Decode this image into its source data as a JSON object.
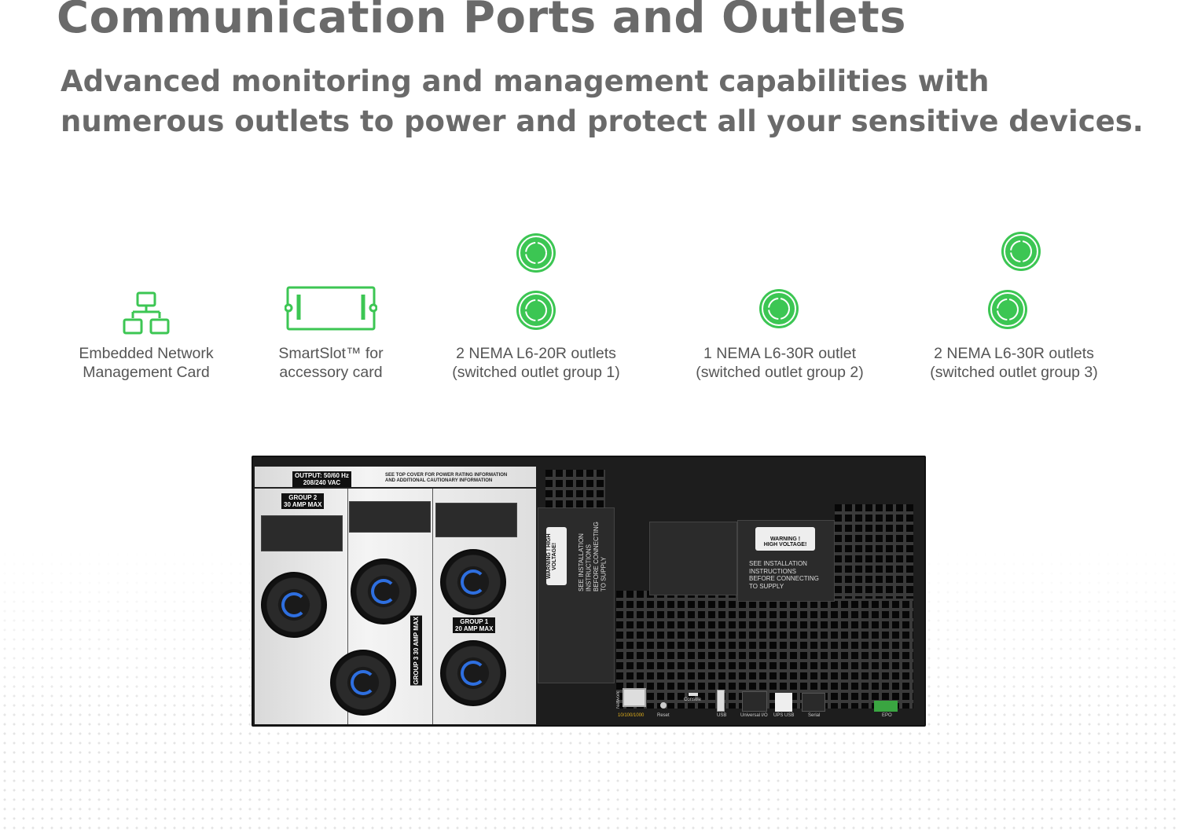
{
  "header": {
    "title": "Communication Ports and Outlets",
    "subtitle": "Advanced monitoring and management capabilities with numerous outlets to power and protect all your sensitive devices."
  },
  "accent_color": "#3cc653",
  "features": [
    {
      "icon": "network-icon",
      "line1": "Embedded Network",
      "line2": "Management Card"
    },
    {
      "icon": "smartslot-card-icon",
      "line1": "SmartSlot™ for",
      "line2": "accessory card"
    },
    {
      "icon": "outlet-icon",
      "count": 2,
      "line1": "2 NEMA L6-20R outlets",
      "line2": "(switched outlet group 1)"
    },
    {
      "icon": "outlet-icon",
      "count": 1,
      "line1": "1 NEMA L6-30R outlet",
      "line2": "(switched outlet group 2)"
    },
    {
      "icon": "outlet-icon",
      "count": 2,
      "line1": "2 NEMA L6-30R outlets",
      "line2": "(switched outlet group 3)"
    }
  ],
  "device": {
    "output_label": [
      "OUTPUT: 50/60 Hz",
      "208/240 VAC"
    ],
    "cover_note": [
      "SEE TOP COVER FOR POWER RATING INFORMATION",
      "AND ADDITIONAL CAUTIONARY INFORMATION"
    ],
    "group2": [
      "GROUP 2",
      "30 AMP MAX"
    ],
    "group3": [
      "GROUP 3",
      "30 AMP MAX"
    ],
    "group1": [
      "GROUP 1",
      "20 AMP MAX"
    ],
    "warning": [
      "WARNING !",
      "HIGH VOLTAGE!"
    ],
    "instructions": [
      "SEE INSTALLATION",
      "INSTRUCTIONS",
      "BEFORE CONNECTING",
      "TO SUPPLY"
    ],
    "ports": {
      "network": "Network",
      "speed": "10/100/1000",
      "reset": "Reset",
      "console": "Console",
      "usb": "USB",
      "universal_io": "Universal I/O",
      "ups_usb": "UPS USB",
      "serial": "Serial",
      "epo": "EPO"
    }
  }
}
